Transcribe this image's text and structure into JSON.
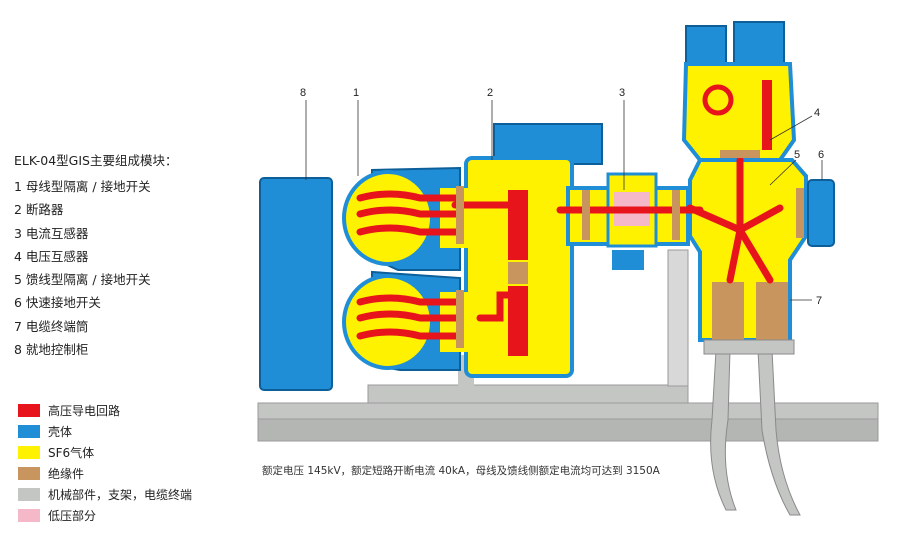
{
  "title": "ELK-04型GIS主要组成模块：",
  "modules": [
    {
      "num": "1",
      "label": "1 母线型隔离 / 接地开关"
    },
    {
      "num": "2",
      "label": "2 断路器"
    },
    {
      "num": "3",
      "label": "3 电流互感器"
    },
    {
      "num": "4",
      "label": "4 电压互感器"
    },
    {
      "num": "5",
      "label": "5 馈线型隔离 / 接地开关"
    },
    {
      "num": "6",
      "label": "6 快速接地开关"
    },
    {
      "num": "7",
      "label": "7 电缆终端筒"
    },
    {
      "num": "8",
      "label": "8 就地控制柜"
    }
  ],
  "legend": [
    {
      "label": "高压导电回路",
      "color": "#e8141b"
    },
    {
      "label": "壳体",
      "color": "#1f8ed6"
    },
    {
      "label": "SF6气体",
      "color": "#fff200"
    },
    {
      "label": "绝缘件",
      "color": "#c9955f"
    },
    {
      "label": "机械部件，支架，电缆终端",
      "color": "#c4c6c4"
    },
    {
      "label": "低压部分",
      "color": "#f4b8c8"
    }
  ],
  "rating_text": "额定电压 145kV，额定短路开断电流 40kA，母线及馈线侧额定电流均可达到 3150A",
  "callouts": [
    "8",
    "1",
    "2",
    "3",
    "4",
    "5",
    "6",
    "7"
  ]
}
